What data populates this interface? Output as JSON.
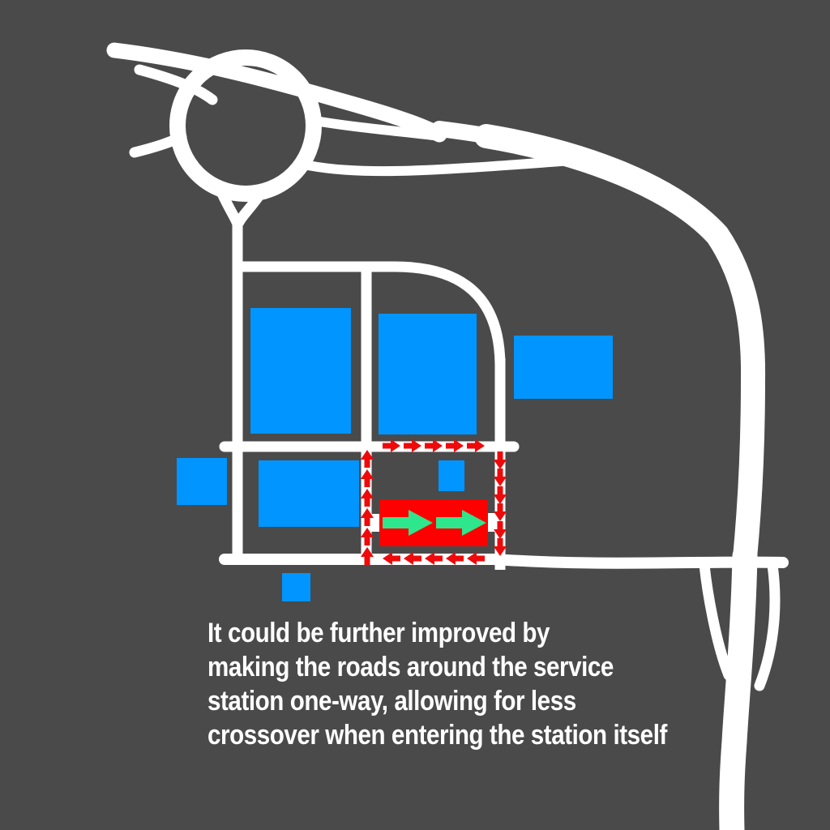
{
  "diagram": {
    "caption": {
      "lines": [
        "It could be further improved by",
        "making the roads around the service",
        "station one-way, allowing for less",
        "crossover when entering the station itself"
      ]
    },
    "colors": {
      "background": "#4a4a4a",
      "road": "#ffffff",
      "building": "#0095ff",
      "station": "#ff0000",
      "one_way_arrow": "#ee0a0a",
      "flow_arrow": "#2ee68b"
    }
  }
}
